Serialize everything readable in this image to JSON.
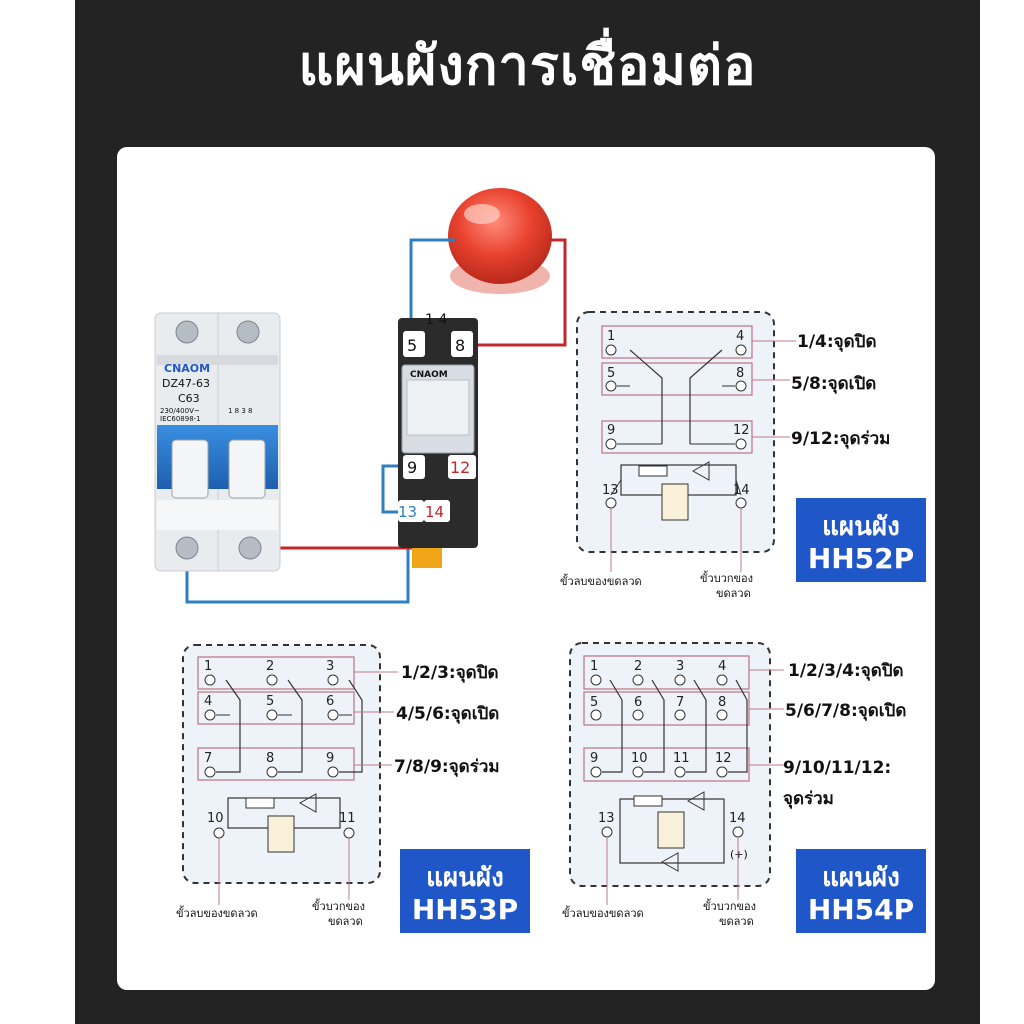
{
  "title": "แผนผังการเชื่อมต่อ",
  "wiring": {
    "breaker_brand": "CNAOM",
    "breaker_model": "DZ47-63",
    "breaker_rating": "C63",
    "breaker_spec": "230/400V~",
    "breaker_std": "IEC60898-1",
    "breaker_marks": "1  8  3  8",
    "relay_top_pins": "1  4",
    "relay_pin_5": "5",
    "relay_pin_8": "8",
    "relay_pin_9": "9",
    "relay_pin_12": "12",
    "relay_pin_13": "13",
    "relay_pin_14": "14",
    "relay_brand": "CNAOM"
  },
  "hh52p": {
    "badge_line1": "แผนผัง",
    "badge_line2": "HH52P",
    "pins": [
      "1",
      "4",
      "5",
      "8",
      "9",
      "12",
      "13",
      "14"
    ],
    "label_nc": "1/4:จุดปิด",
    "label_no": "5/8:จุดเปิด",
    "label_com": "9/12:จุดร่วม",
    "coil_neg": "ขั้วลบของขดลวด",
    "coil_pos_1": "ขั้วบวกของ",
    "coil_pos_2": "ขดลวด"
  },
  "hh53p": {
    "badge_line1": "แผนผัง",
    "badge_line2": "HH53P",
    "pins": [
      "1",
      "2",
      "3",
      "4",
      "5",
      "6",
      "7",
      "8",
      "9",
      "10",
      "11"
    ],
    "label_nc": "1/2/3:จุดปิด",
    "label_no": "4/5/6:จุดเปิด",
    "label_com": "7/8/9:จุดร่วม",
    "coil_neg": "ขั้วลบของขดลวด",
    "coil_pos_1": "ขั้วบวกของ",
    "coil_pos_2": "ขดลวด"
  },
  "hh54p": {
    "badge_line1": "แผนผัง",
    "badge_line2": "HH54P",
    "pins": [
      "1",
      "2",
      "3",
      "4",
      "5",
      "6",
      "7",
      "8",
      "9",
      "10",
      "11",
      "12",
      "13",
      "14"
    ],
    "plus": "(+)",
    "label_nc": "1/2/3/4:จุดปิด",
    "label_no": "5/6/7/8:จุดเปิด",
    "label_com_1": "9/10/11/12:",
    "label_com_2": "จุดร่วม",
    "coil_neg": "ขั้วลบของขดลวด",
    "coil_pos_1": "ขั้วบวกของ",
    "coil_pos_2": "ขดลวด"
  },
  "colors": {
    "blue_wire": "#2f7fc0",
    "red_wire": "#c0282c",
    "badge": "#1f56c8",
    "frame": "#232323"
  }
}
